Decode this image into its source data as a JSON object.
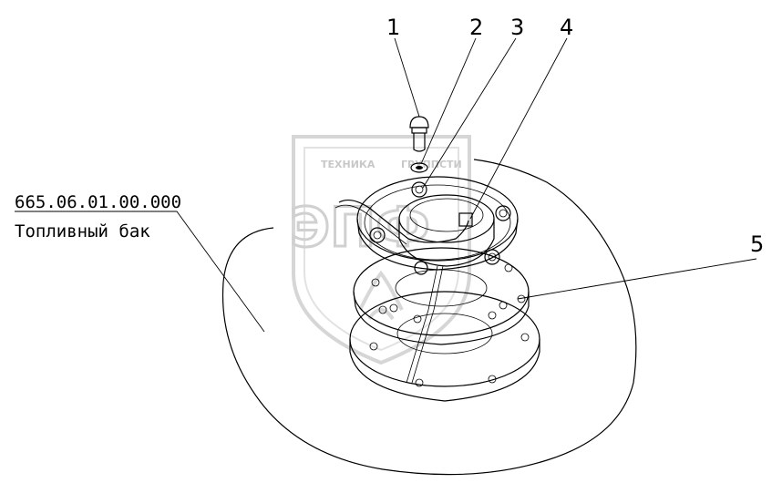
{
  "callouts": [
    "1",
    "2",
    "3",
    "4",
    "5"
  ],
  "assembly": {
    "part_number": "665.06.01.00.000",
    "part_name": "Топливный бак"
  },
  "watermark": {
    "top_text": "ТЕХНИКА",
    "top_text_right": "ГРУППСТИ",
    "logo_letters": "ЭПФ"
  }
}
